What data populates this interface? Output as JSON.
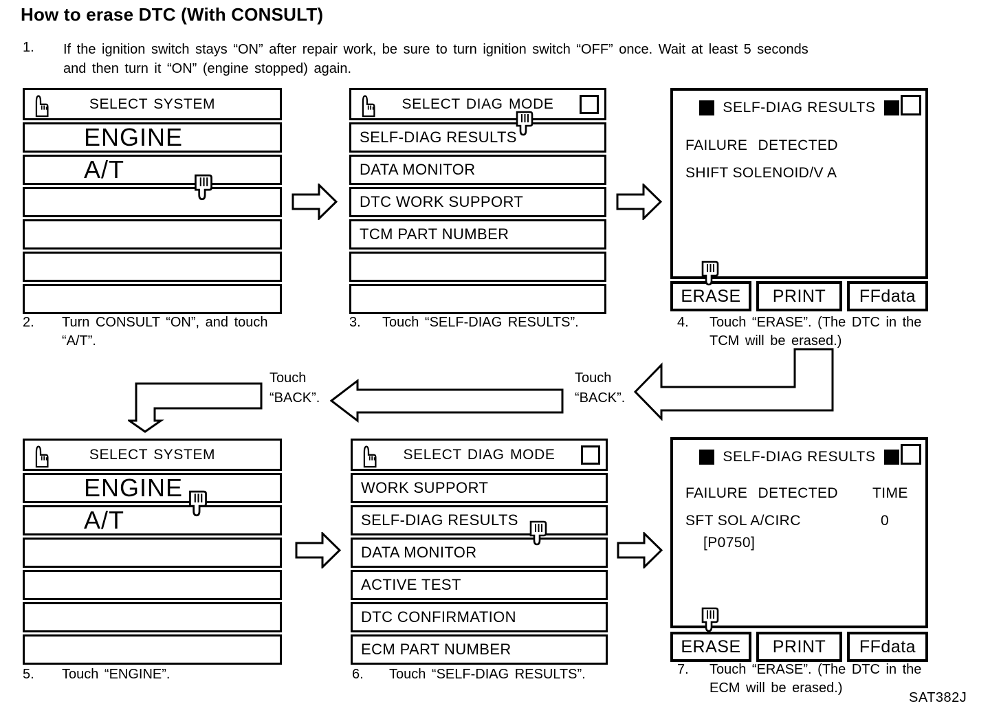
{
  "title": "How to erase DTC (With CONSULT)",
  "figure_code": "SAT382J",
  "steps": {
    "s1": {
      "num": "1.",
      "lines": [
        "If the ignition switch stays “ON” after repair work, be sure to turn ignition switch “OFF” once. Wait at least 5 seconds",
        "and then turn it “ON” (engine stopped) again."
      ]
    },
    "s2": {
      "num": "2.",
      "lines": [
        "Turn CONSULT “ON”, and touch",
        "“A/T”."
      ]
    },
    "s3": {
      "num": "3.",
      "lines": [
        "Touch “SELF-DIAG RESULTS”."
      ]
    },
    "s4": {
      "num": "4.",
      "lines": [
        "Touch “ERASE”. (The DTC in the",
        "TCM will be erased.)"
      ]
    },
    "s5": {
      "num": "5.",
      "lines": [
        "Touch “ENGINE”."
      ]
    },
    "s6": {
      "num": "6.",
      "lines": [
        "Touch “SELF-DIAG RESULTS”."
      ]
    },
    "s7": {
      "num": "7.",
      "lines": [
        "Touch “ERASE”. (The DTC in the",
        "ECM will be erased.)"
      ]
    }
  },
  "screens": {
    "select_system_1": {
      "title": "SELECT SYSTEM",
      "rows": [
        "ENGINE",
        "A/T",
        "",
        "",
        "",
        ""
      ]
    },
    "select_diag_1": {
      "title": "SELECT DIAG MODE",
      "rows": [
        "SELF-DIAG RESULTS",
        "DATA MONITOR",
        "DTC WORK SUPPORT",
        "TCM PART NUMBER",
        "",
        ""
      ]
    },
    "results_1": {
      "title": "SELF-DIAG RESULTS",
      "body": [
        "FAILURE DETECTED",
        "SHIFT SOLENOID/V A"
      ],
      "buttons": [
        "ERASE",
        "PRINT",
        "FFdata"
      ]
    },
    "select_system_2": {
      "title": "SELECT SYSTEM",
      "rows": [
        "ENGINE",
        "A/T",
        "",
        "",
        "",
        ""
      ]
    },
    "select_diag_2": {
      "title": "SELECT DIAG MODE",
      "rows": [
        "WORK SUPPORT",
        "SELF-DIAG RESULTS",
        "DATA MONITOR",
        "ACTIVE TEST",
        "DTC CONFIRMATION",
        "ECM PART NUMBER"
      ]
    },
    "results_2": {
      "title": "SELF-DIAG RESULTS",
      "header_left": "FAILURE DETECTED",
      "header_right": "TIME",
      "fault": "SFT SOL A/CIRC",
      "fault_code": "[P0750]",
      "fault_time": "0",
      "buttons": [
        "ERASE",
        "PRINT",
        "FFdata"
      ]
    }
  },
  "back_labels": {
    "left": [
      "Touch",
      "“BACK”."
    ],
    "right": [
      "Touch",
      "“BACK”."
    ]
  },
  "colors": {
    "ink": "#000000",
    "paper": "#ffffff"
  }
}
